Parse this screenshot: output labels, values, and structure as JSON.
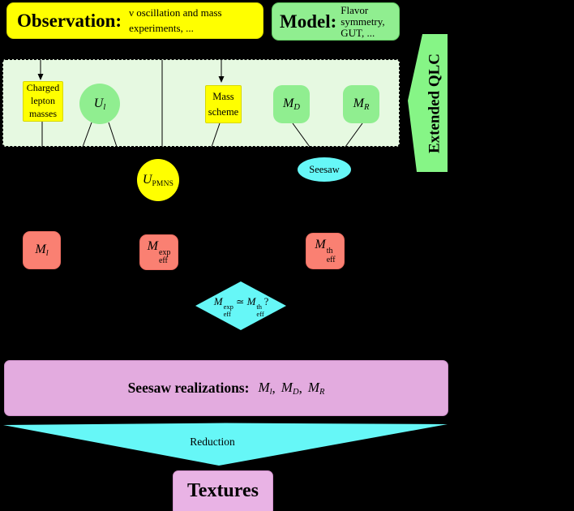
{
  "colors": {
    "background": "#000000",
    "yellow": "#FFFF00",
    "light_green": "#90EE90",
    "pale_green_panel": "#E6F9E1",
    "arrow_green": "#86F586",
    "salmon": "#FA8072",
    "cyan": "#66F7F7",
    "purple": "#E3ABDF"
  },
  "observation_box": {
    "title": "Observation:",
    "desc_line1": "ν oscillation and mass",
    "desc_line2": "experiments, ..."
  },
  "model_box": {
    "title": "Model:",
    "desc_line1": "Flavor",
    "desc_line2": "symmetry,",
    "desc_line3": "GUT, ..."
  },
  "extended_qlc": {
    "label": "Extended QLC"
  },
  "dashed_panel": {
    "charged_lepton": {
      "line1": "Charged",
      "line2": "lepton",
      "line3": "masses"
    },
    "ul": {
      "base": "U",
      "sub": "l"
    },
    "mass_scheme": {
      "line1": "Mass",
      "line2": "scheme"
    },
    "md": {
      "base": "M",
      "sub": "D"
    },
    "mr": {
      "base": "M",
      "sub": "R"
    }
  },
  "upmns": {
    "base": "U",
    "sub": "PMNS"
  },
  "seesaw": {
    "label": "Seesaw"
  },
  "ml_box": {
    "base": "M",
    "sub": "l"
  },
  "meff_exp": {
    "base": "M",
    "sub": "eff",
    "sup": "exp"
  },
  "meff_th": {
    "base": "M",
    "sub": "eff",
    "sup": "th"
  },
  "diamond": {
    "lhs": {
      "base": "M",
      "sub": "eff",
      "sup": "exp"
    },
    "relation": "≃",
    "rhs": {
      "base": "M",
      "sub": "eff",
      "sup": "th"
    },
    "question": "?"
  },
  "seesaw_realizations": {
    "label": "Seesaw realizations:",
    "m1": {
      "base": "M",
      "sub": "l"
    },
    "m2": {
      "base": "M",
      "sub": "D"
    },
    "m3": {
      "base": "M",
      "sub": "R"
    },
    "sep": ","
  },
  "reduction": {
    "label": "Reduction"
  },
  "textures": {
    "label": "Textures"
  }
}
